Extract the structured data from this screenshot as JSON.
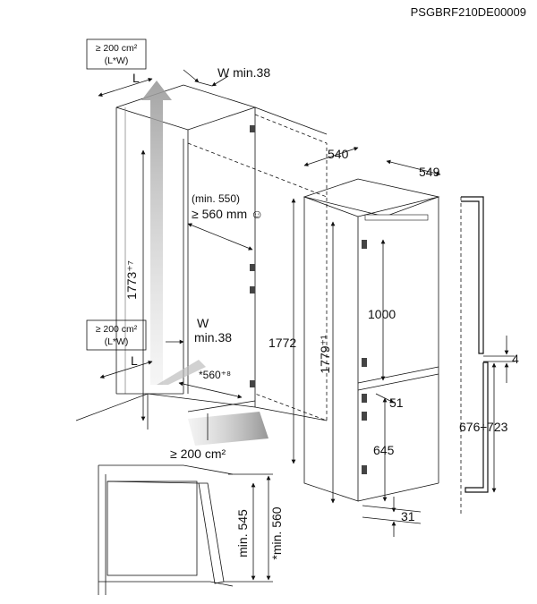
{
  "document_code": "PSGBRF210DE00009",
  "labels": {
    "vent_top": "≥ 200 cm²",
    "vent_top_sub": "(L*W)",
    "w_min_top": "W min.38",
    "L_top": "L",
    "min_550": "(min. 550)",
    "ge_560": "≥ 560 mm ☺",
    "h_1773": "1773⁺⁷",
    "vent_mid": "≥ 200 cm²",
    "vent_mid_sub": "(L*W)",
    "W_mid": "W",
    "min38_mid": "min.38",
    "L_mid": "L",
    "d_560": "*560⁺⁸",
    "h_1772": "1772",
    "vent_bottom": "≥ 200 cm²",
    "d_540": "540",
    "d_549": "549",
    "h_1000": "1000",
    "h_1779": "1779⁺¹",
    "h_51": "51",
    "h_645": "645",
    "h_31": "31",
    "h_4": "4",
    "h_676_723": "676÷723",
    "min_545": "min. 545",
    "min_560": "*min. 560"
  }
}
